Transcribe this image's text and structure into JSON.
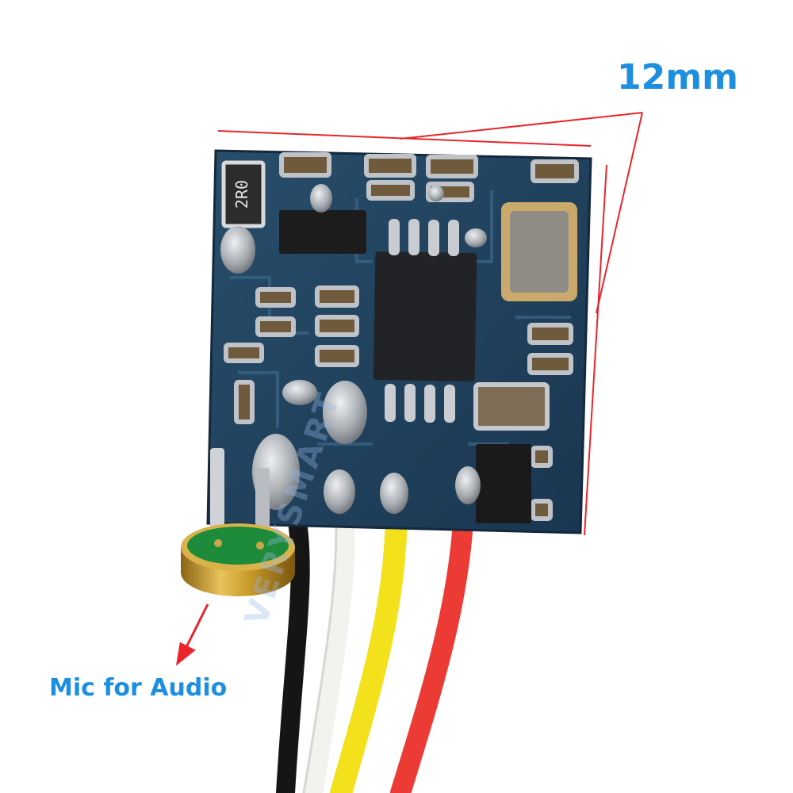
{
  "dimension": {
    "text": "12mm"
  },
  "caption": {
    "text": "Mic for Audio"
  },
  "watermark": {
    "text": "VERYSMART"
  },
  "component_marking": {
    "text": "2R0"
  },
  "colors": {
    "label_blue": "#1e8fe0",
    "dimension_line": "#e8262b",
    "pcb": "#1f3f5a",
    "solder": "#b8bcc0",
    "mic_gold": "#c79a2a",
    "wire_black": "#151515",
    "wire_white": "#f2f2ee",
    "wire_yellow": "#f3e21b",
    "wire_red": "#ec3b35",
    "watermark": "#9ab8e6"
  }
}
